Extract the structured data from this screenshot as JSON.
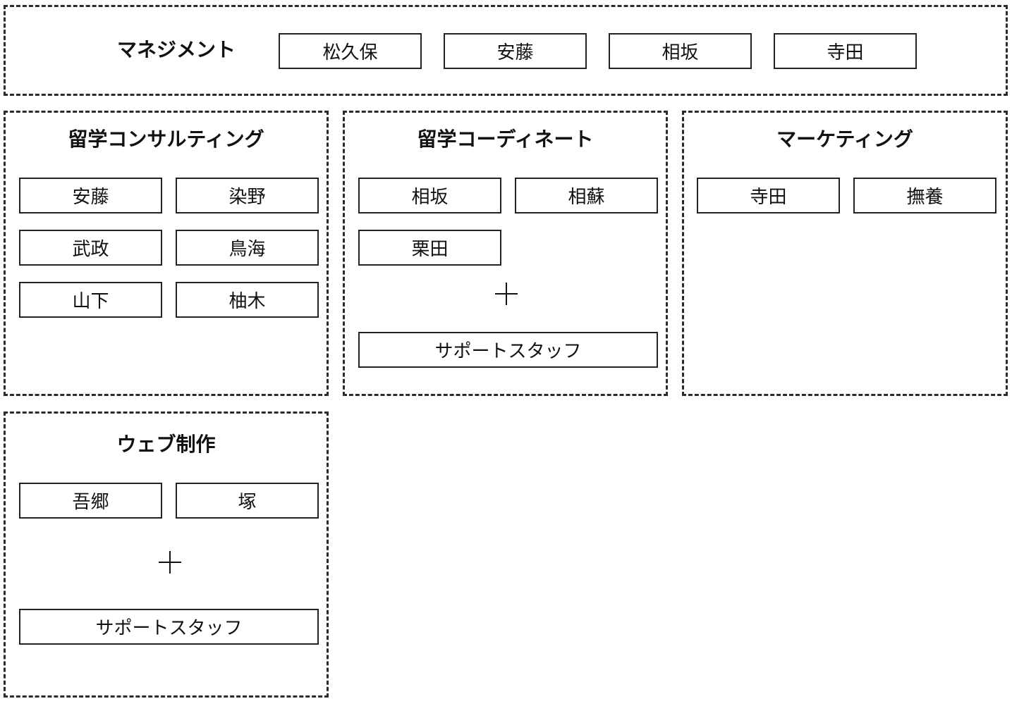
{
  "management": {
    "title": "マネジメント",
    "members": [
      "松久保",
      "安藤",
      "相坂",
      "寺田"
    ]
  },
  "consulting": {
    "title": "留学コンサルティング",
    "members": [
      "安藤",
      "染野",
      "武政",
      "鳥海",
      "山下",
      "柚木"
    ]
  },
  "coordinate": {
    "title": "留学コーディネート",
    "members": [
      "相坂",
      "相蘇",
      "栗田"
    ],
    "support": "サポートスタッフ"
  },
  "marketing": {
    "title": "マーケティング",
    "members": [
      "寺田",
      "撫養"
    ]
  },
  "web": {
    "title": "ウェブ制作",
    "members": [
      "吾郷",
      "塚"
    ],
    "support": "サポートスタッフ"
  }
}
